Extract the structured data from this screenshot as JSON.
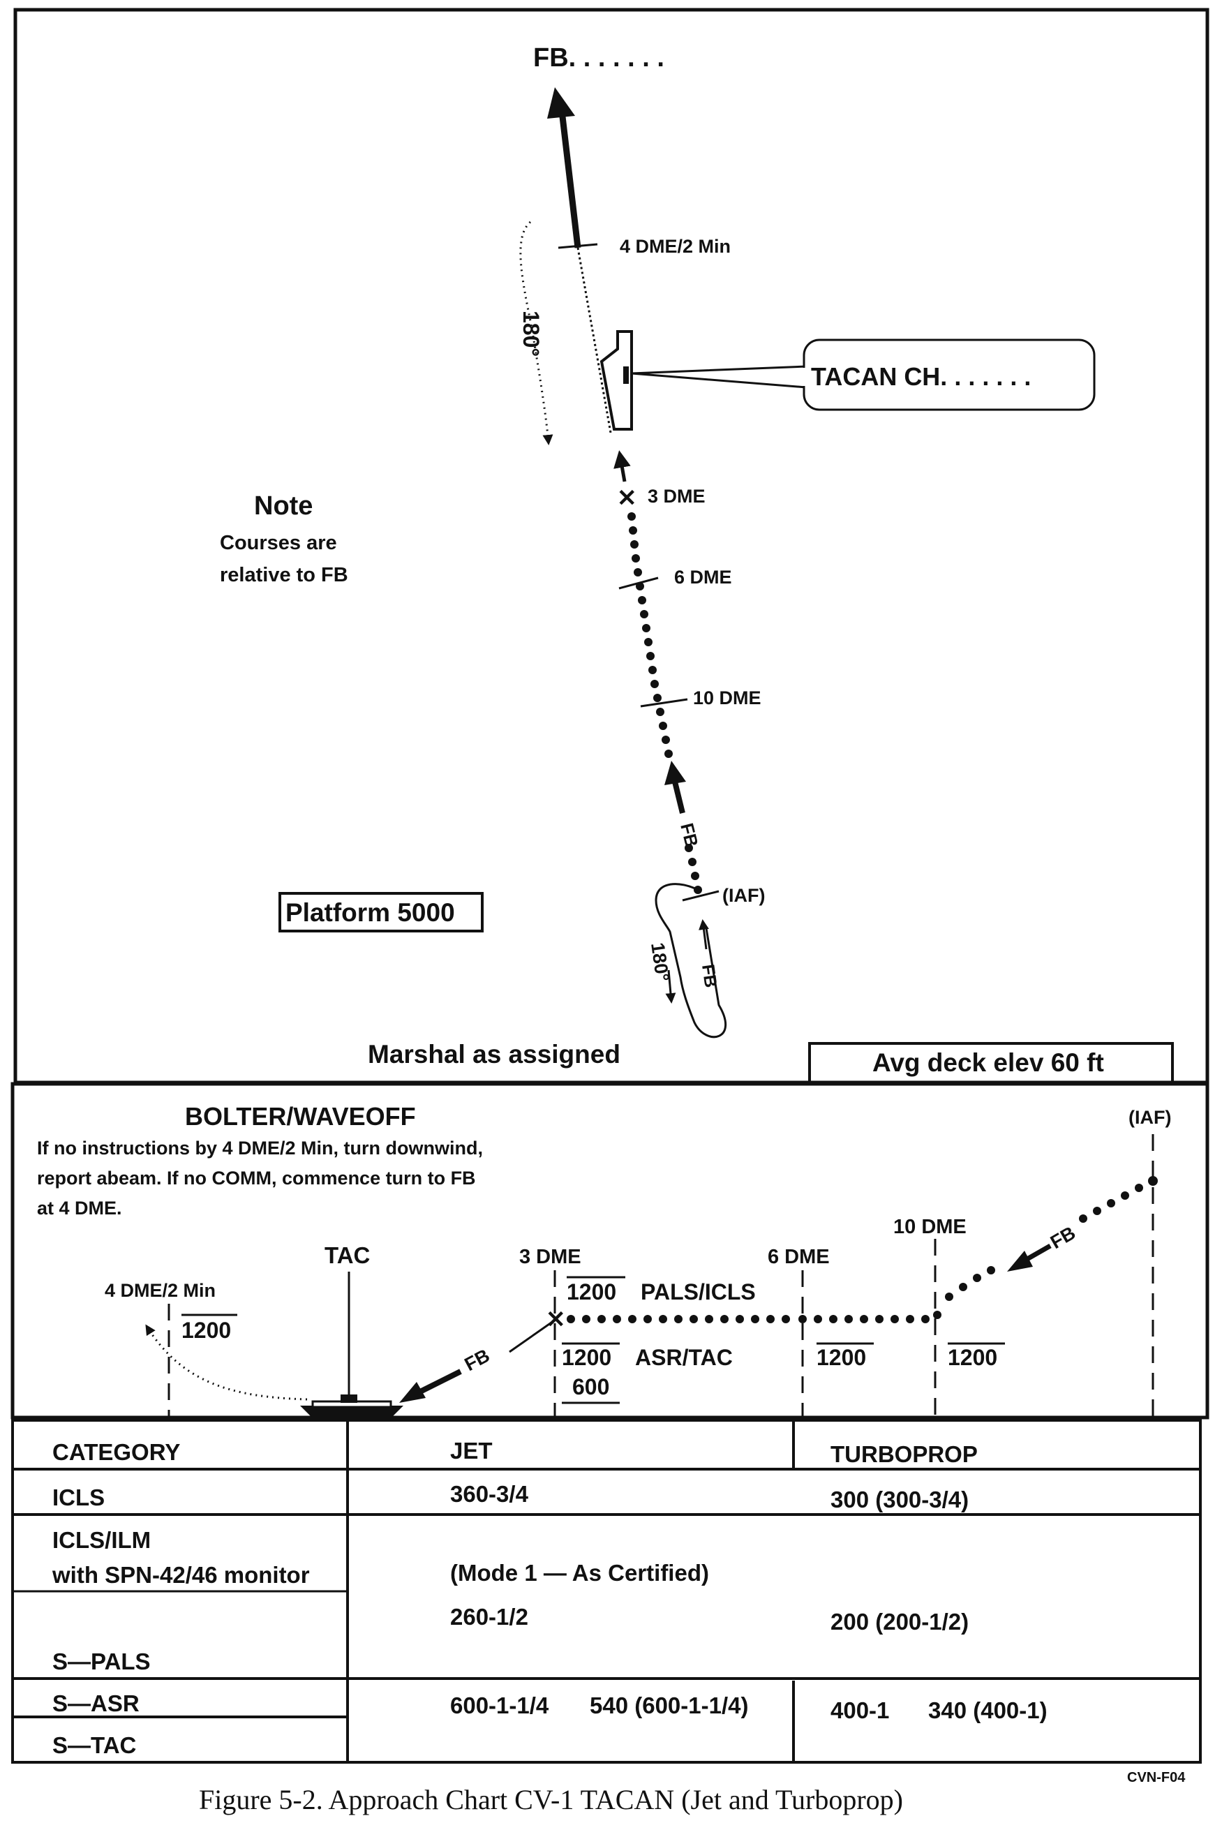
{
  "plan_view": {
    "fb_label": "FB. . . . . . .",
    "dme_4_min": "4 DME/2 Min",
    "turn_180_top": "180°",
    "tacan_ch": "TACAN CH. . . . . . .",
    "dme_3": "3 DME",
    "dme_6": "6 DME",
    "dme_10": "10 DME",
    "fb_inbound": "FB",
    "iaf": "(IAF)",
    "turn_180_bottom": "180°",
    "fb_hold": "FB",
    "note_title": "Note",
    "note_line1": "Courses are",
    "note_line2": "relative to FB",
    "platform": "Platform 5000",
    "marshal": "Marshal as assigned",
    "deck_elev": "Avg deck elev 60 ft"
  },
  "profile_view": {
    "title": "BOLTER/WAVEOFF",
    "instr_line1": "If no instructions by 4 DME/2 Min, turn downwind,",
    "instr_line2": "report abeam. If no COMM, commence turn to FB",
    "instr_line3": "at 4 DME.",
    "iaf": "(IAF)",
    "dme_10": "10 DME",
    "dme_6": "6 DME",
    "dme_3": "3 DME",
    "tac": "TAC",
    "dme_4_min": "4 DME/2 Min",
    "alt_4dme": "1200",
    "alt_pals": "1200",
    "pals_label": "PALS/ICLS",
    "alt_asr": "1200",
    "asr_label": "ASR/TAC",
    "alt_600": "600",
    "alt_6dme": "1200",
    "alt_10dme": "1200",
    "fb_descent": "FB",
    "fb_final": "FB"
  },
  "minimums_table": {
    "headers": [
      "CATEGORY",
      "JET",
      "TURBOPROP"
    ],
    "row_icls": {
      "category": "ICLS",
      "jet": "360-3/4",
      "turboprop": "300 (300-3/4)"
    },
    "row_ilm": {
      "category_line1": "ICLS/ILM",
      "category_line2": "with SPN-42/46 monitor",
      "mode": "(Mode 1 — As Certified)",
      "jet": "260-1/2",
      "turboprop": "200 (200-1/2)"
    },
    "row_pals": {
      "category": "S—PALS"
    },
    "row_asr": {
      "category": "S—ASR",
      "jet_a": "600-1-1/4",
      "jet_b": "540 (600-1-1/4)",
      "turboprop_a": "400-1",
      "turboprop_b": "340 (400-1)"
    },
    "row_tac": {
      "category": "S—TAC"
    }
  },
  "caption": "Figure 5-2.  Approach Chart CV-1 TACAN (Jet and Turboprop)",
  "code": "CVN-F04"
}
